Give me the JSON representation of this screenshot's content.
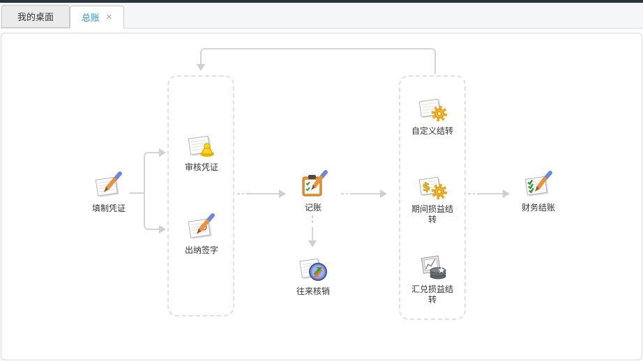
{
  "tabs": [
    {
      "label": "我的桌面",
      "active": false
    },
    {
      "label": "总账",
      "active": true,
      "close_label": "×"
    }
  ],
  "flow": {
    "nodes": [
      {
        "id": "fill-voucher",
        "label": "填制凭证",
        "icon": "notepad-pen-icon"
      },
      {
        "id": "audit-voucher",
        "label": "审核凭证",
        "icon": "notepad-stamp-icon"
      },
      {
        "id": "cashier-sign",
        "label": "出纳签字",
        "icon": "notepad-pen-seal-icon"
      },
      {
        "id": "bookkeeping",
        "label": "记账",
        "icon": "clipboard-pen-icon"
      },
      {
        "id": "transaction-writeoff",
        "label": "往来核销",
        "icon": "notepad-sync-icon"
      },
      {
        "id": "custom-carryover",
        "label": "自定义结转",
        "icon": "notepad-gear-icon"
      },
      {
        "id": "period-pl-carryover",
        "label": "期间损益结转",
        "icon": "notepad-dollar-gear-icon"
      },
      {
        "id": "exchange-pl-carryover",
        "label": "汇兑损益结转",
        "icon": "chart-coins-icon"
      },
      {
        "id": "financial-closing",
        "label": "财务结账",
        "icon": "notepad-checks-pen-icon"
      }
    ],
    "colors": {
      "arrow_gray": "#d4d4d4",
      "dashed_box": "#e0e0e0",
      "tab_active_text": "#2196d3",
      "topbar": "#2b333d",
      "label_text": "#333333"
    }
  }
}
